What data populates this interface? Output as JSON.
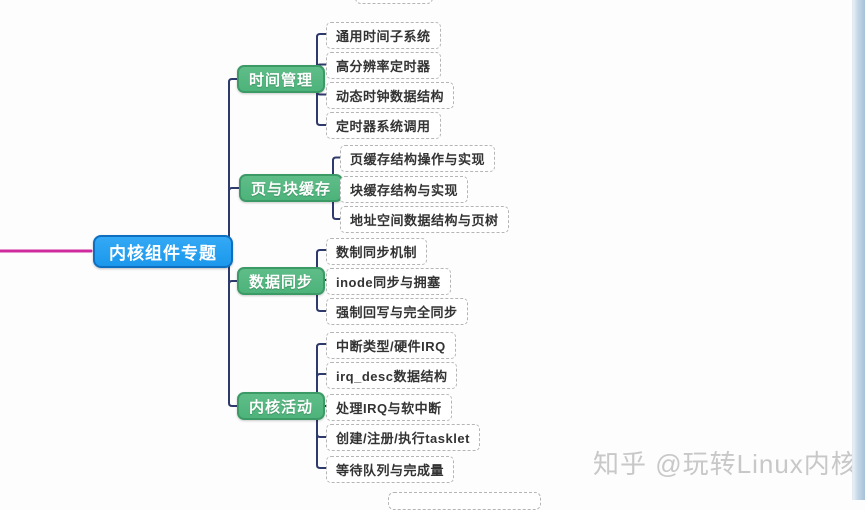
{
  "colors": {
    "root_fill": "#1b98ec",
    "root_fill_hi": "#34a9f5",
    "root_border": "#0e6fc0",
    "branch_fill": "#4db37b",
    "branch_border": "#3c9a66",
    "connector": "#2e3a6b",
    "magenta": "#cf2a9e",
    "leaf_border": "#b5b5b5",
    "watermark": "#c8c8c8"
  },
  "root": {
    "label": "内核组件专题"
  },
  "branches": [
    {
      "label": "时间管理",
      "leaves": [
        "通用时间子系统",
        "高分辨率定时器",
        "动态时钟数据结构",
        "定时器系统调用"
      ]
    },
    {
      "label": "页与块缓存",
      "leaves": [
        "页缓存结构操作与实现",
        "块缓存结构与实现",
        "地址空间数据结构与页树"
      ]
    },
    {
      "label": "数据同步",
      "leaves": [
        "数制同步机制",
        "inode同步与拥塞",
        "强制回写与完全同步"
      ]
    },
    {
      "label": "内核活动",
      "leaves": [
        "中断类型/硬件IRQ",
        "irq_desc数据结构",
        "处理IRQ与软中断",
        "创建/注册/执行tasklet",
        "等待队列与完成量"
      ]
    }
  ],
  "watermark": "知乎 @玩转Linux内核"
}
